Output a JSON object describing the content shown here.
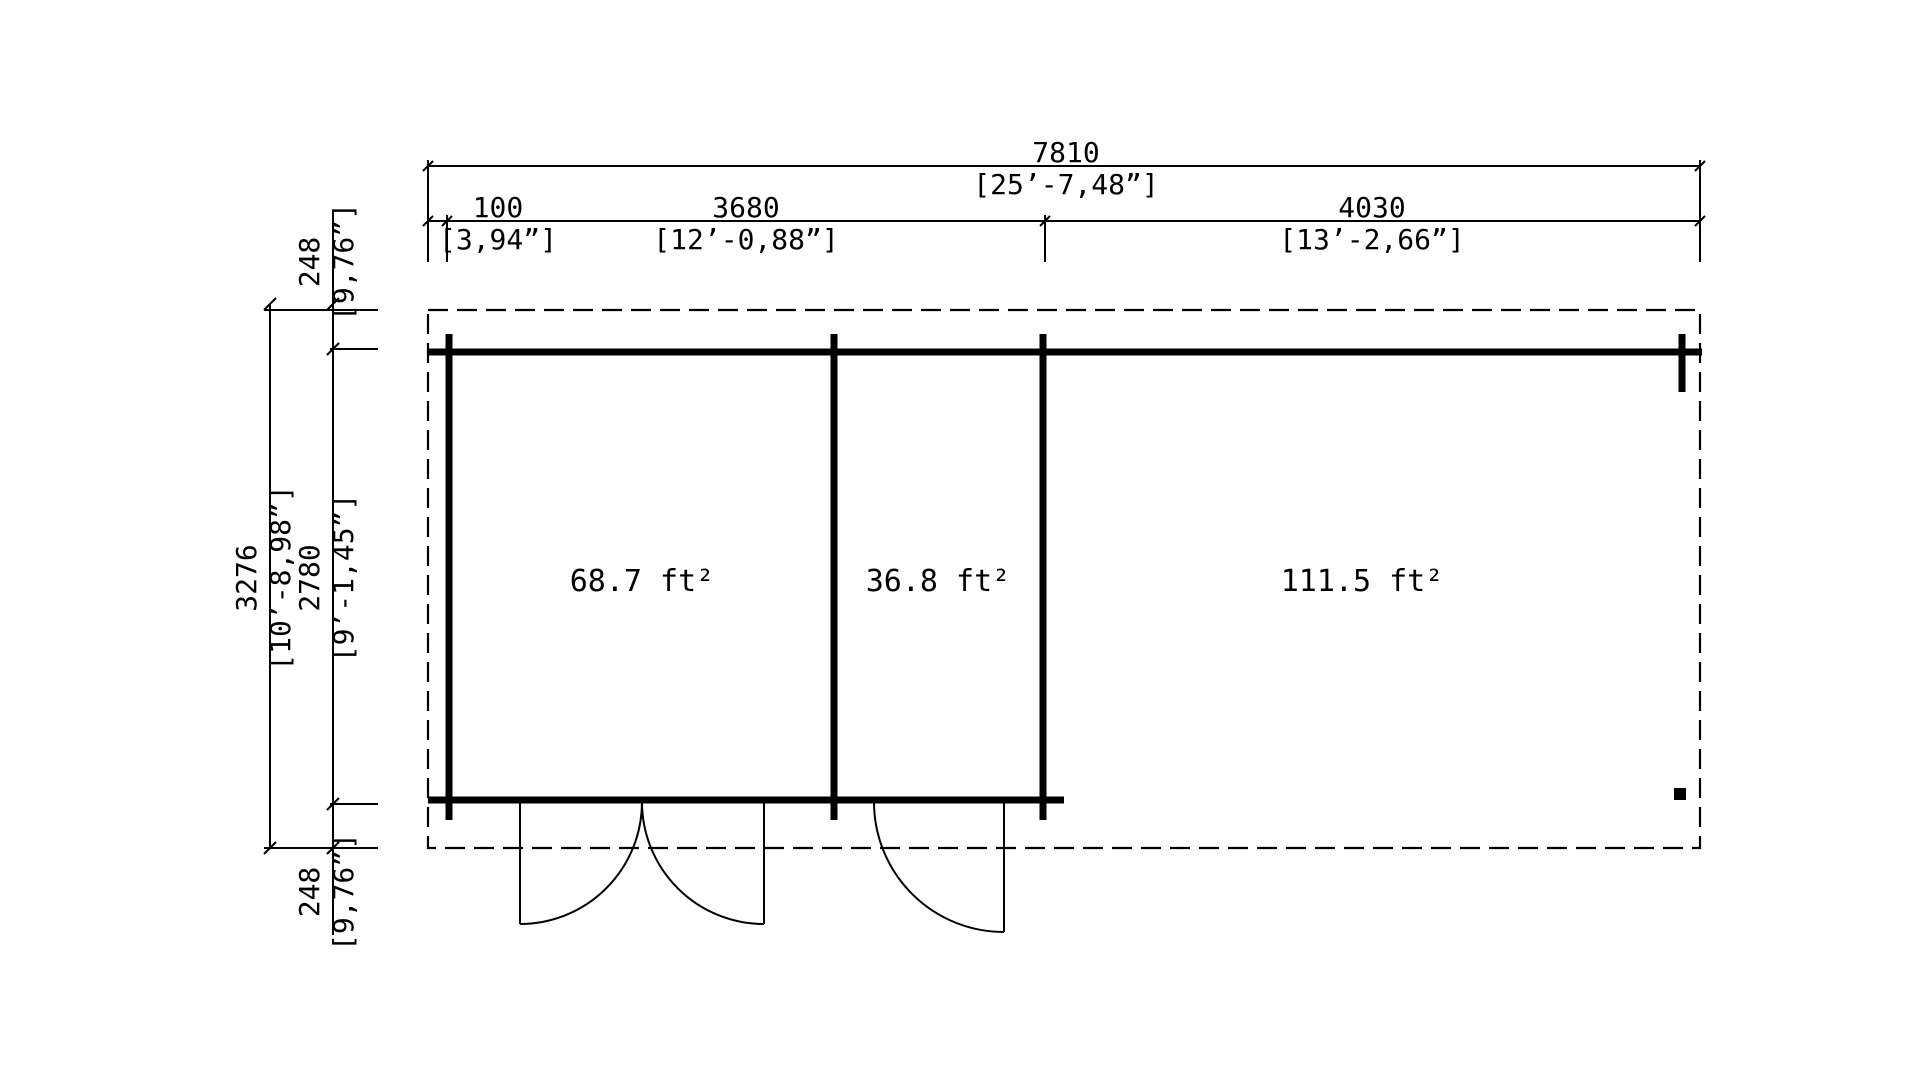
{
  "dimensions": {
    "overall_width": {
      "mm": "7810",
      "imperial": "[25’-7,48”]"
    },
    "segment_1": {
      "mm": "100",
      "imperial": "[3,94”]"
    },
    "segment_2": {
      "mm": "3680",
      "imperial": "[12’-0,88”]"
    },
    "segment_3": {
      "mm": "4030",
      "imperial": "[13’-2,66”]"
    },
    "overhang_top": {
      "mm": "248",
      "imperial": "[9,76”]"
    },
    "overall_depth": {
      "mm": "3276",
      "imperial": "[10’-8,98”]"
    },
    "inner_depth": {
      "mm": "2780",
      "imperial": "[9’-1,45”]"
    },
    "overhang_bottom": {
      "mm": "248",
      "imperial": "[9,76”]"
    }
  },
  "rooms": [
    {
      "area": "68.7 ft²"
    },
    {
      "area": "36.8 ft²"
    },
    {
      "area": "111.5 ft²"
    }
  ],
  "colors": {
    "line": "#000000",
    "background": "#ffffff"
  }
}
